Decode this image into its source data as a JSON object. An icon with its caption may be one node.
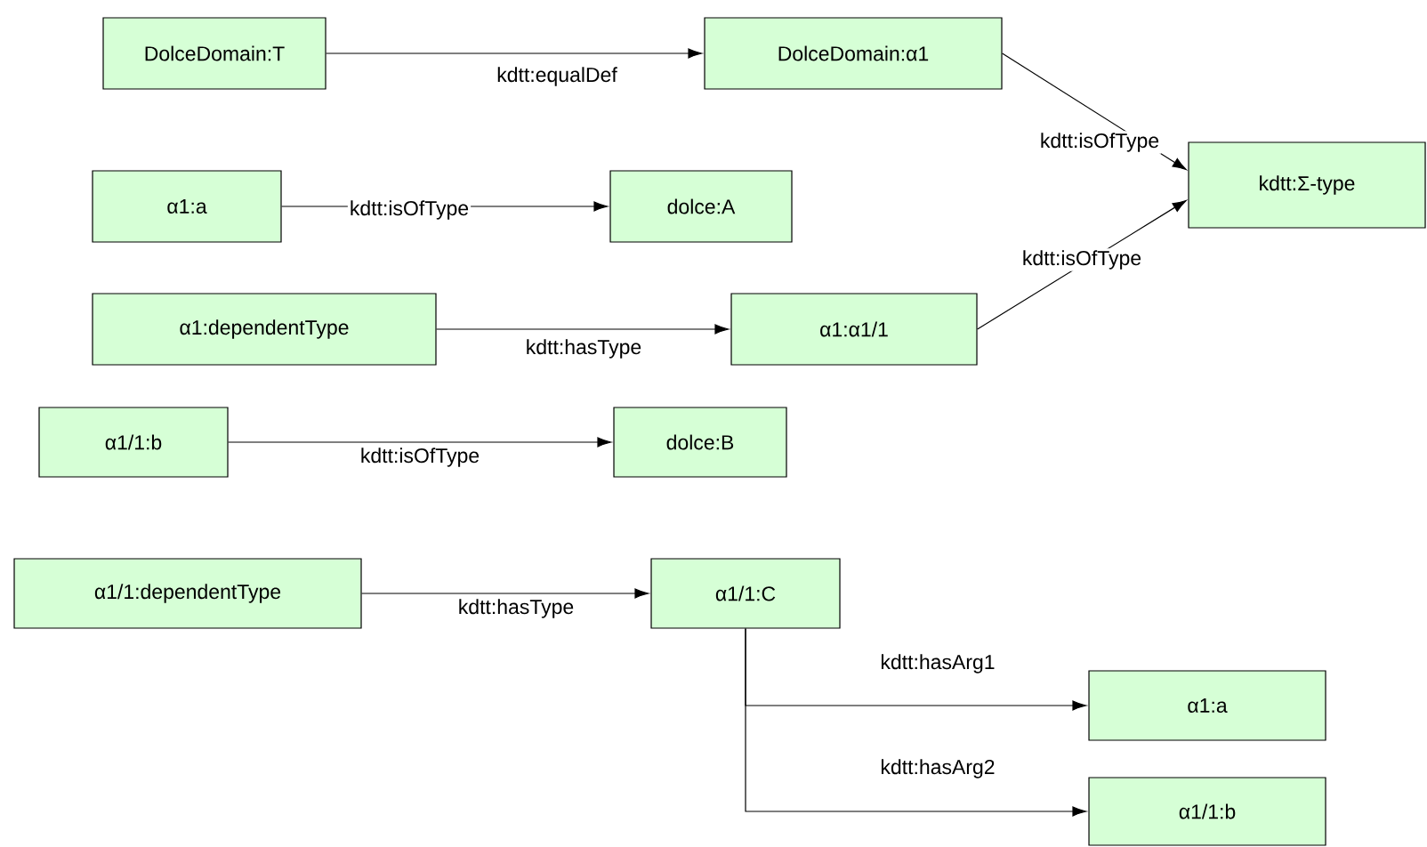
{
  "diagram": {
    "nodes": [
      {
        "text": [
          "DolceDomain:T"
        ]
      },
      {
        "text": [
          "DolceDomain:α1"
        ]
      },
      {
        "text": [
          "kdtt:Σ-type"
        ]
      },
      {
        "text": [
          "α1:a"
        ]
      },
      {
        "text": [
          "dolce:A"
        ]
      },
      {
        "text": [
          "α1:dependentType"
        ]
      },
      {
        "text": [
          "α1:α1/1"
        ]
      },
      {
        "text": [
          "α1/1:b"
        ]
      },
      {
        "text": [
          "dolce:B"
        ]
      },
      {
        "text": [
          "α1/1:dependentType"
        ]
      },
      {
        "text": [
          "α1/1:C"
        ]
      },
      {
        "text": [
          "α1:a"
        ]
      },
      {
        "text": [
          "α1/1:b"
        ]
      }
    ],
    "edges": [
      {
        "from": 0,
        "to": 1,
        "arrow": "to",
        "label": "kdtt:equalDef"
      },
      {
        "from": 1,
        "to": 2,
        "arrow": "to",
        "label": "kdtt:isOfType"
      },
      {
        "from": 3,
        "to": 4,
        "arrow": "to",
        "label": "kdtt:isOfType"
      },
      {
        "from": 5,
        "to": 6,
        "arrow": "to",
        "label": "kdtt:hasType"
      },
      {
        "from": 6,
        "to": 2,
        "arrow": "to",
        "label": "kdtt:isOfType"
      },
      {
        "from": 7,
        "to": 8,
        "arrow": "to",
        "label": "kdtt:isOfType"
      },
      {
        "from": 9,
        "to": 10,
        "arrow": "to",
        "label": "kdtt:hasType"
      },
      {
        "from": 10,
        "to": 11,
        "arrow": "to",
        "label": "kdtt:hasArg1"
      },
      {
        "from": 10,
        "to": 12,
        "arrow": "to",
        "label": "kdtt:hasArg2"
      }
    ]
  }
}
